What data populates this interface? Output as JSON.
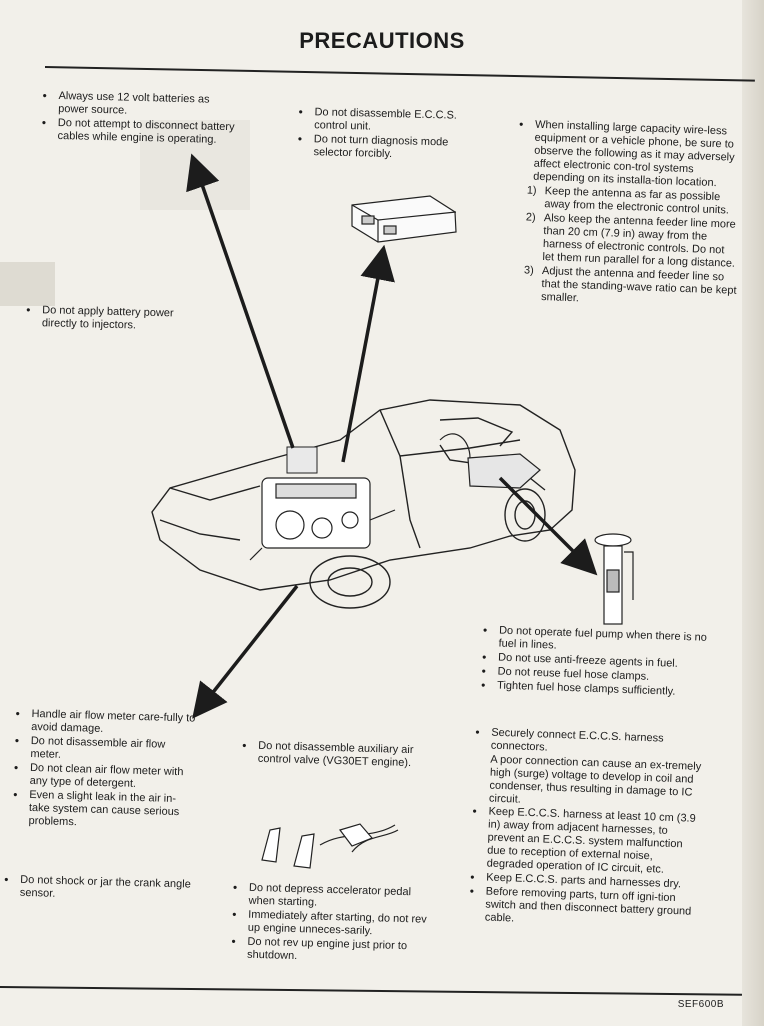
{
  "page": {
    "title": "PRECAUTIONS",
    "figure_code": "SEF600B"
  },
  "notes": {
    "battery": [
      "Always use 12 volt batteries as power source.",
      "Do not attempt to disconnect battery cables while engine is operating."
    ],
    "eccs_unit": [
      "Do not disassemble E.C.C.S. control unit.",
      "Do not turn diagnosis mode selector forcibly."
    ],
    "radio_intro": "When installing large capacity wire-less equipment or a vehicle phone, be sure to observe the following as it may adversely affect electronic con-trol systems depending on its installa-tion location.",
    "radio_steps": [
      {
        "num": "1)",
        "text": "Keep the antenna as far as possible away from the electronic control units."
      },
      {
        "num": "2)",
        "text": "Also keep the antenna feeder line more than 20 cm (7.9 in) away from the harness of electronic controls. Do not let them run parallel for a long distance."
      },
      {
        "num": "3)",
        "text": "Adjust the antenna and feeder line so that the standing-wave ratio can be kept smaller."
      }
    ],
    "injectors": [
      "Do not apply battery power directly to injectors."
    ],
    "fuel_pump": [
      "Do not operate fuel pump when there is no fuel in lines.",
      "Do not use anti-freeze agents in fuel.",
      "Do not reuse fuel hose clamps.",
      "Tighten fuel hose clamps sufficiently."
    ],
    "air_flow": [
      "Handle air flow meter care-fully to avoid damage.",
      "Do not disassemble air flow meter.",
      "Do not clean air flow meter with any type of detergent.",
      "Even a slight leak in the air in-take system can cause serious problems."
    ],
    "crank": [
      "Do not shock or jar the crank angle sensor."
    ],
    "aux_valve": [
      "Do not disassemble auxiliary air control valve (VG30ET engine)."
    ],
    "accelerator": [
      "Do not depress accelerator pedal when starting.",
      "Immediately after starting, do not rev up engine unneces-sarily.",
      "Do not rev up engine just prior to shutdown."
    ],
    "harness": {
      "item1": "Securely connect E.C.C.S. harness connectors.",
      "item1_para": "A poor connection can cause an ex-tremely high (surge) voltage to develop in coil and condenser, thus resulting in damage to IC circuit.",
      "item2": "Keep E.C.C.S. harness at least 10 cm (3.9 in) away from adjacent harnesses, to prevent an E.C.C.S. system malfunction due to reception of external noise, degraded operation of IC circuit, etc.",
      "item3": "Keep E.C.C.S. parts and harnesses dry.",
      "item4": "Before removing parts, turn off igni-tion switch and then disconnect battery ground cable."
    }
  }
}
